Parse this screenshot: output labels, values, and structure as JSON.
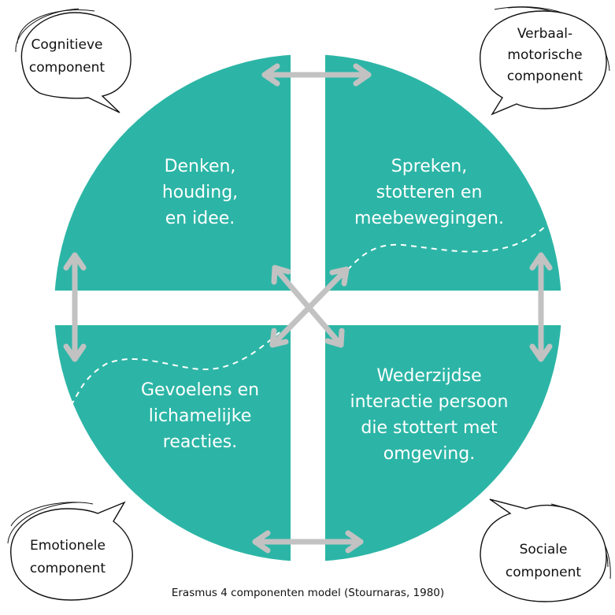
{
  "colors": {
    "teal": "#2cb5a6",
    "arrow_gray": "#c2c2c2",
    "text_light": "#ffffff",
    "text_dark": "#111111"
  },
  "quadrants": [
    {
      "id": "cognitive",
      "lines": [
        "Denken,",
        "houding,",
        "en idee."
      ]
    },
    {
      "id": "verbal-motor",
      "lines": [
        "Spreken,",
        "stotteren en",
        "meebewegingen."
      ]
    },
    {
      "id": "emotional",
      "lines": [
        "Gevoelens en",
        "lichamelijke",
        "reacties."
      ]
    },
    {
      "id": "social",
      "lines": [
        "Wederzijdse",
        "interactie persoon",
        "die stottert met",
        "omgeving."
      ]
    }
  ],
  "bubbles": [
    {
      "id": "cognitive",
      "lines": [
        "Cognitieve",
        "component"
      ]
    },
    {
      "id": "verbal-motor",
      "lines": [
        "Verbaal-",
        "motorische",
        "component"
      ]
    },
    {
      "id": "emotional",
      "lines": [
        "Emotionele",
        "component"
      ]
    },
    {
      "id": "social",
      "lines": [
        "Sociale",
        "component"
      ]
    }
  ],
  "caption": "Erasmus 4 componenten model (Stournaras, 1980)"
}
